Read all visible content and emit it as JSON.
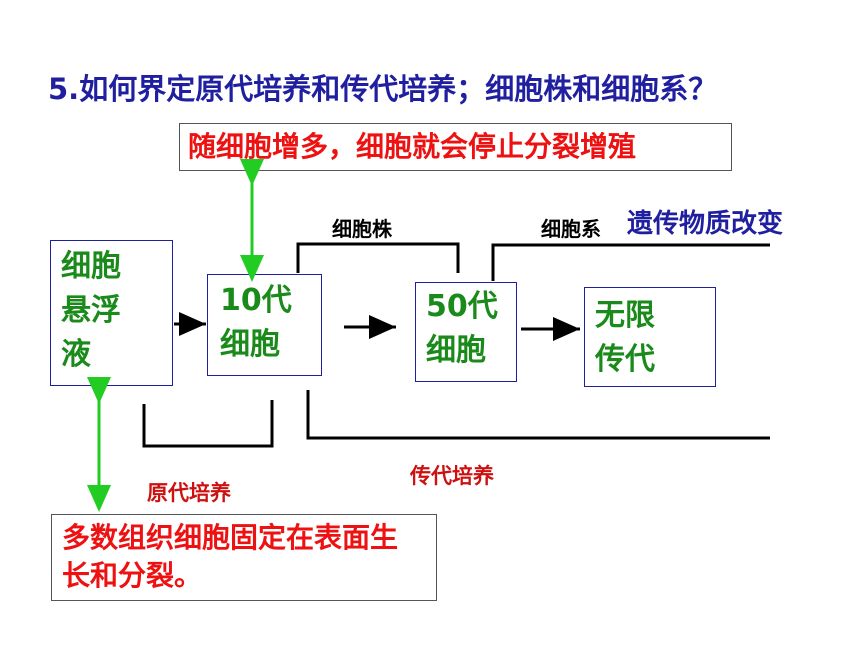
{
  "question": "5.如何界定原代培养和传代培养；细胞株和细胞系？",
  "note_top": "随细胞增多，细胞就会停止分裂增殖",
  "note_bottom": "多数组织细胞固定在表面生长和分裂。",
  "boxes": {
    "suspension": "细胞悬浮液",
    "gen10": "10代细胞",
    "gen50": "50代细胞",
    "infinite": "无限传代"
  },
  "labels": {
    "cell_strain": "细胞株",
    "cell_line": "细胞系",
    "genetic_change": "遗传物质改变",
    "primary_culture": "原代培养",
    "subculture": "传代培养"
  },
  "colors": {
    "title_blue": "#1f1fa0",
    "note_red": "#ee1111",
    "box_text_green": "#1a8a1a",
    "arrow_green": "#22cc22"
  }
}
